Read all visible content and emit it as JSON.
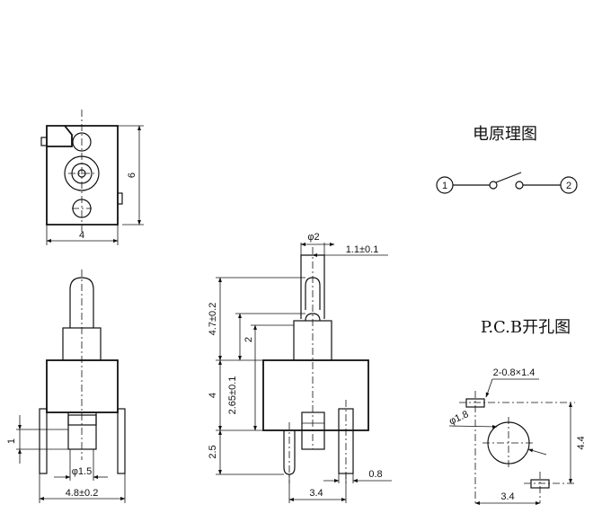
{
  "schematic": {
    "title": "电原理图",
    "terminal_1": "1",
    "terminal_2": "2"
  },
  "pcb": {
    "title": "P.C.B开孔图",
    "slot_label": "2-0.8×1.4",
    "hole_label": "φ1.8",
    "height_label": "4.4",
    "width_label": "3.4"
  },
  "top_view": {
    "width_label": "4",
    "height_label": "6"
  },
  "front_view": {
    "pin_height_label": "1",
    "pin_diameter_label": "φ1.5",
    "body_width_label": "4.8±0.2"
  },
  "side_view": {
    "plunger_diameter_label": "φ2",
    "plunger_offset_label": "1.1±0.1",
    "total_travel_label": "4.7±0.2",
    "travel_label": "2",
    "body_height_label": "4",
    "body_sub_label": "2.65±0.1",
    "pin_length_label": "2.5",
    "pin_width_label": "0.8",
    "pin_spacing_label": "3.4"
  }
}
